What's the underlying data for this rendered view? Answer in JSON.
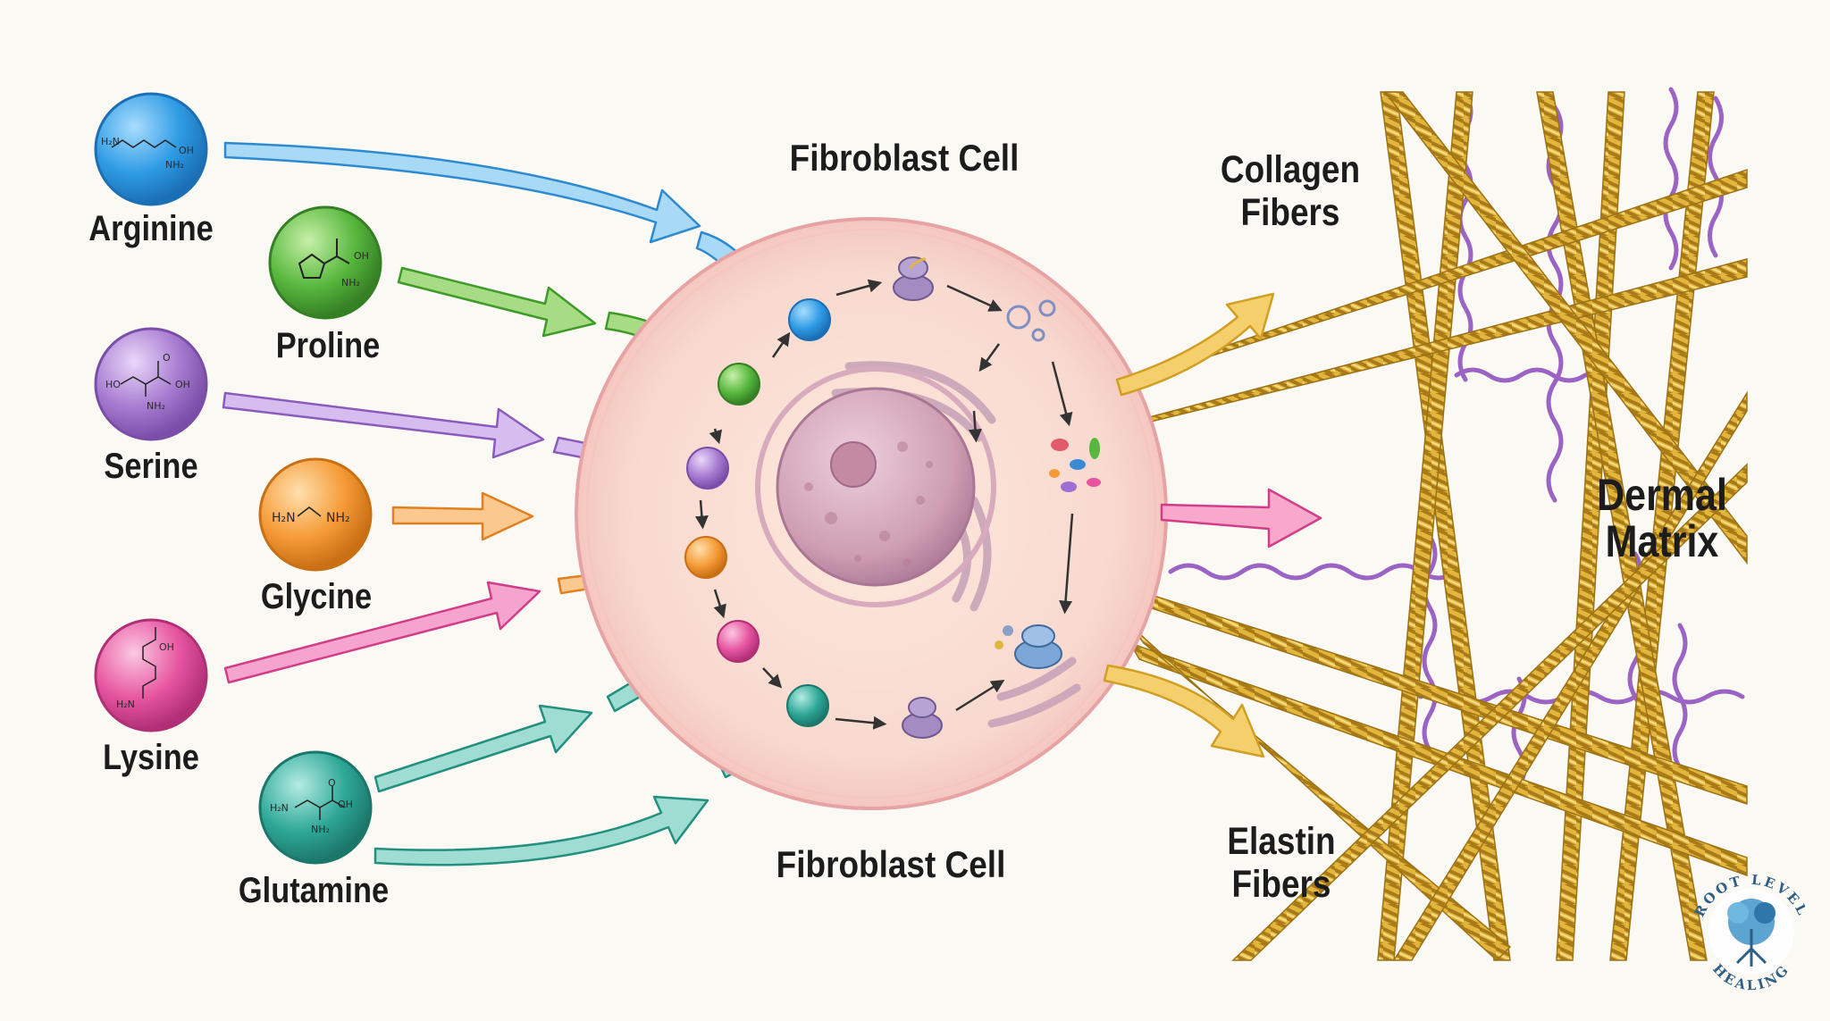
{
  "amino_acids": [
    {
      "name": "Arginine",
      "color": "#2e9be4"
    },
    {
      "name": "Proline",
      "color": "#58b83e"
    },
    {
      "name": "Serine",
      "color": "#a67ad0"
    },
    {
      "name": "Glycine",
      "color": "#f59a36"
    },
    {
      "name": "Lysine",
      "color": "#e6549f"
    },
    {
      "name": "Glutamine",
      "color": "#2ea898"
    }
  ],
  "cell": {
    "title_top": "Fibroblast Cell",
    "title_bottom": "Fibroblast Cell"
  },
  "fibers": {
    "collagen_line1": "Collagen",
    "collagen_line2": "Fibers",
    "elastin_line1": "Elastin",
    "elastin_line2": "Fibers"
  },
  "matrix": {
    "line1": "Dermal",
    "line2": "Matrix"
  },
  "logo": {
    "line_top": "ROOT LEVEL",
    "line_bottom": "HEALING"
  },
  "colors": {
    "cell_membrane": "#e7a3a3",
    "cell_fill": "#f8d9cf",
    "nucleus": "#cf9fb4",
    "collagen": "#e2b63c",
    "elastin": "#9a63c4"
  }
}
